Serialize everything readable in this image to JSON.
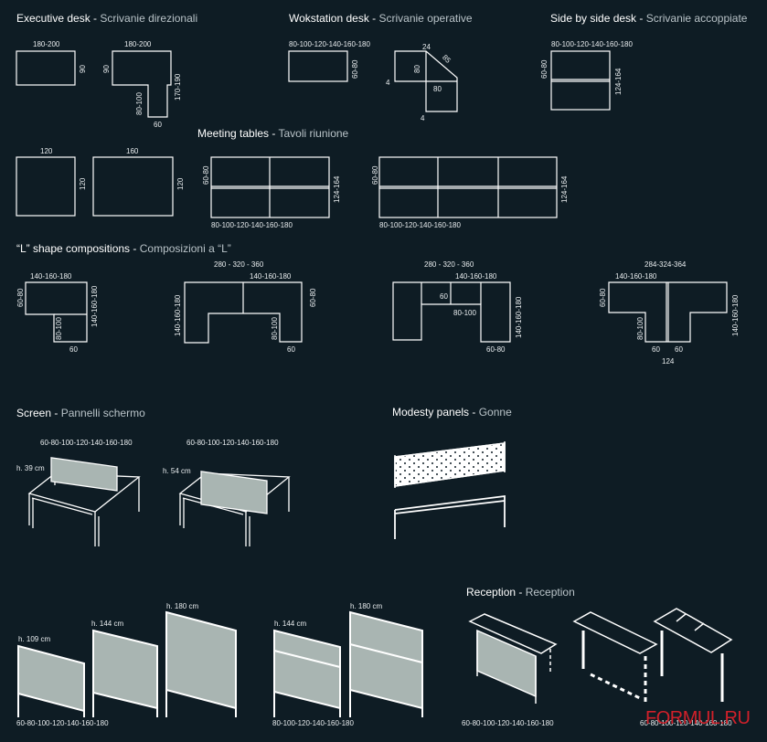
{
  "sections": {
    "executive": {
      "title": "Executive desk",
      "subtitle": "Scrivanie direzionali"
    },
    "workstation": {
      "title": "Wokstation desk",
      "subtitle": "Scrivanie operative"
    },
    "side_by_side": {
      "title": "Side by side desk",
      "subtitle": "Scrivanie accoppiate"
    },
    "meeting": {
      "title": "Meeting tables",
      "subtitle": "Tavoli riunione"
    },
    "l_shape": {
      "title": "“L” shape compositions",
      "subtitle": "Composizioni a “L”"
    },
    "screen": {
      "title": "Screen",
      "subtitle": "Pannelli schermo"
    },
    "modesty": {
      "title": "Modesty panels",
      "subtitle": "Gonne"
    },
    "reception": {
      "title": "Reception",
      "subtitle": "Reception"
    }
  },
  "dims": {
    "ex1_w": "180-200",
    "ex1_h": "90",
    "ex2_w": "180-200",
    "ex2_h": "90",
    "ex2_r": "170-190",
    "ex2_l": "80-100",
    "ex2_b": "60",
    "ws1_w": "80-100-120-140-160-180",
    "ws1_h": "60-80",
    "ws2_24": "24",
    "ws2_85": "85",
    "ws2_80a": "80",
    "ws2_80b": "80",
    "ws2_4a": "4",
    "ws2_4b": "4",
    "sbs_w": "80-100-120-140-160-180",
    "sbs_l": "60-80",
    "sbs_r": "124-164",
    "mt1_w": "120",
    "mt1_h": "120",
    "mt2_w": "160",
    "mt2_h": "120",
    "mt3_l": "60-80",
    "mt3_r": "124-164",
    "mt3_b": "80-100-120-140-160-180",
    "mt4_l": "60-80",
    "mt4_r": "124-164",
    "mt4_b": "80-100-120-140-160-180",
    "l1_t": "140-160-180",
    "l1_l": "60-80",
    "l1_r": "140-160-180",
    "l1_m": "80-100",
    "l1_b": "60",
    "l2_t": "280 - 320 - 360",
    "l2_t2": "140-160-180",
    "l2_l": "140-160-180",
    "l2_r": "60-80",
    "l2_m": "80-100",
    "l2_b": "60",
    "l3_t": "280 - 320 - 360",
    "l3_t2": "140-160-180",
    "l3_60": "60",
    "l3_m": "80-100",
    "l3_r": "140-160-180",
    "l3_b": "60-80",
    "l4_t": "284-324-364",
    "l4_t2": "140-160-180",
    "l4_l": "60-80",
    "l4_r": "140-160-180",
    "l4_m": "80-100",
    "l4_b1": "60",
    "l4_b2": "60",
    "l4_b3": "124",
    "sc1_w": "60-80-100-120-140-160-180",
    "sc1_h": "h. 39 cm",
    "sc2_w": "60-80-100-120-140-160-180",
    "sc2_h": "h. 54 cm",
    "p1_h": "h. 109 cm",
    "p2_h": "h. 144 cm",
    "p3_h": "h. 180 cm",
    "p_w": "60-80-100-120-140-160-180",
    "p4_h": "h. 144 cm",
    "p5_h": "h. 180 cm",
    "p2_w": "80-100-120-140-160-180",
    "rc_w1": "60-80-100-120-140-160-180",
    "rc_w2": "60-80-100-120-140-160-180"
  },
  "watermark": "FORMUL.RU",
  "colors": {
    "background": "#0e1c24",
    "line": "#ffffff",
    "panel_fill": "#a9b5b2",
    "watermark": "#d0202a"
  }
}
